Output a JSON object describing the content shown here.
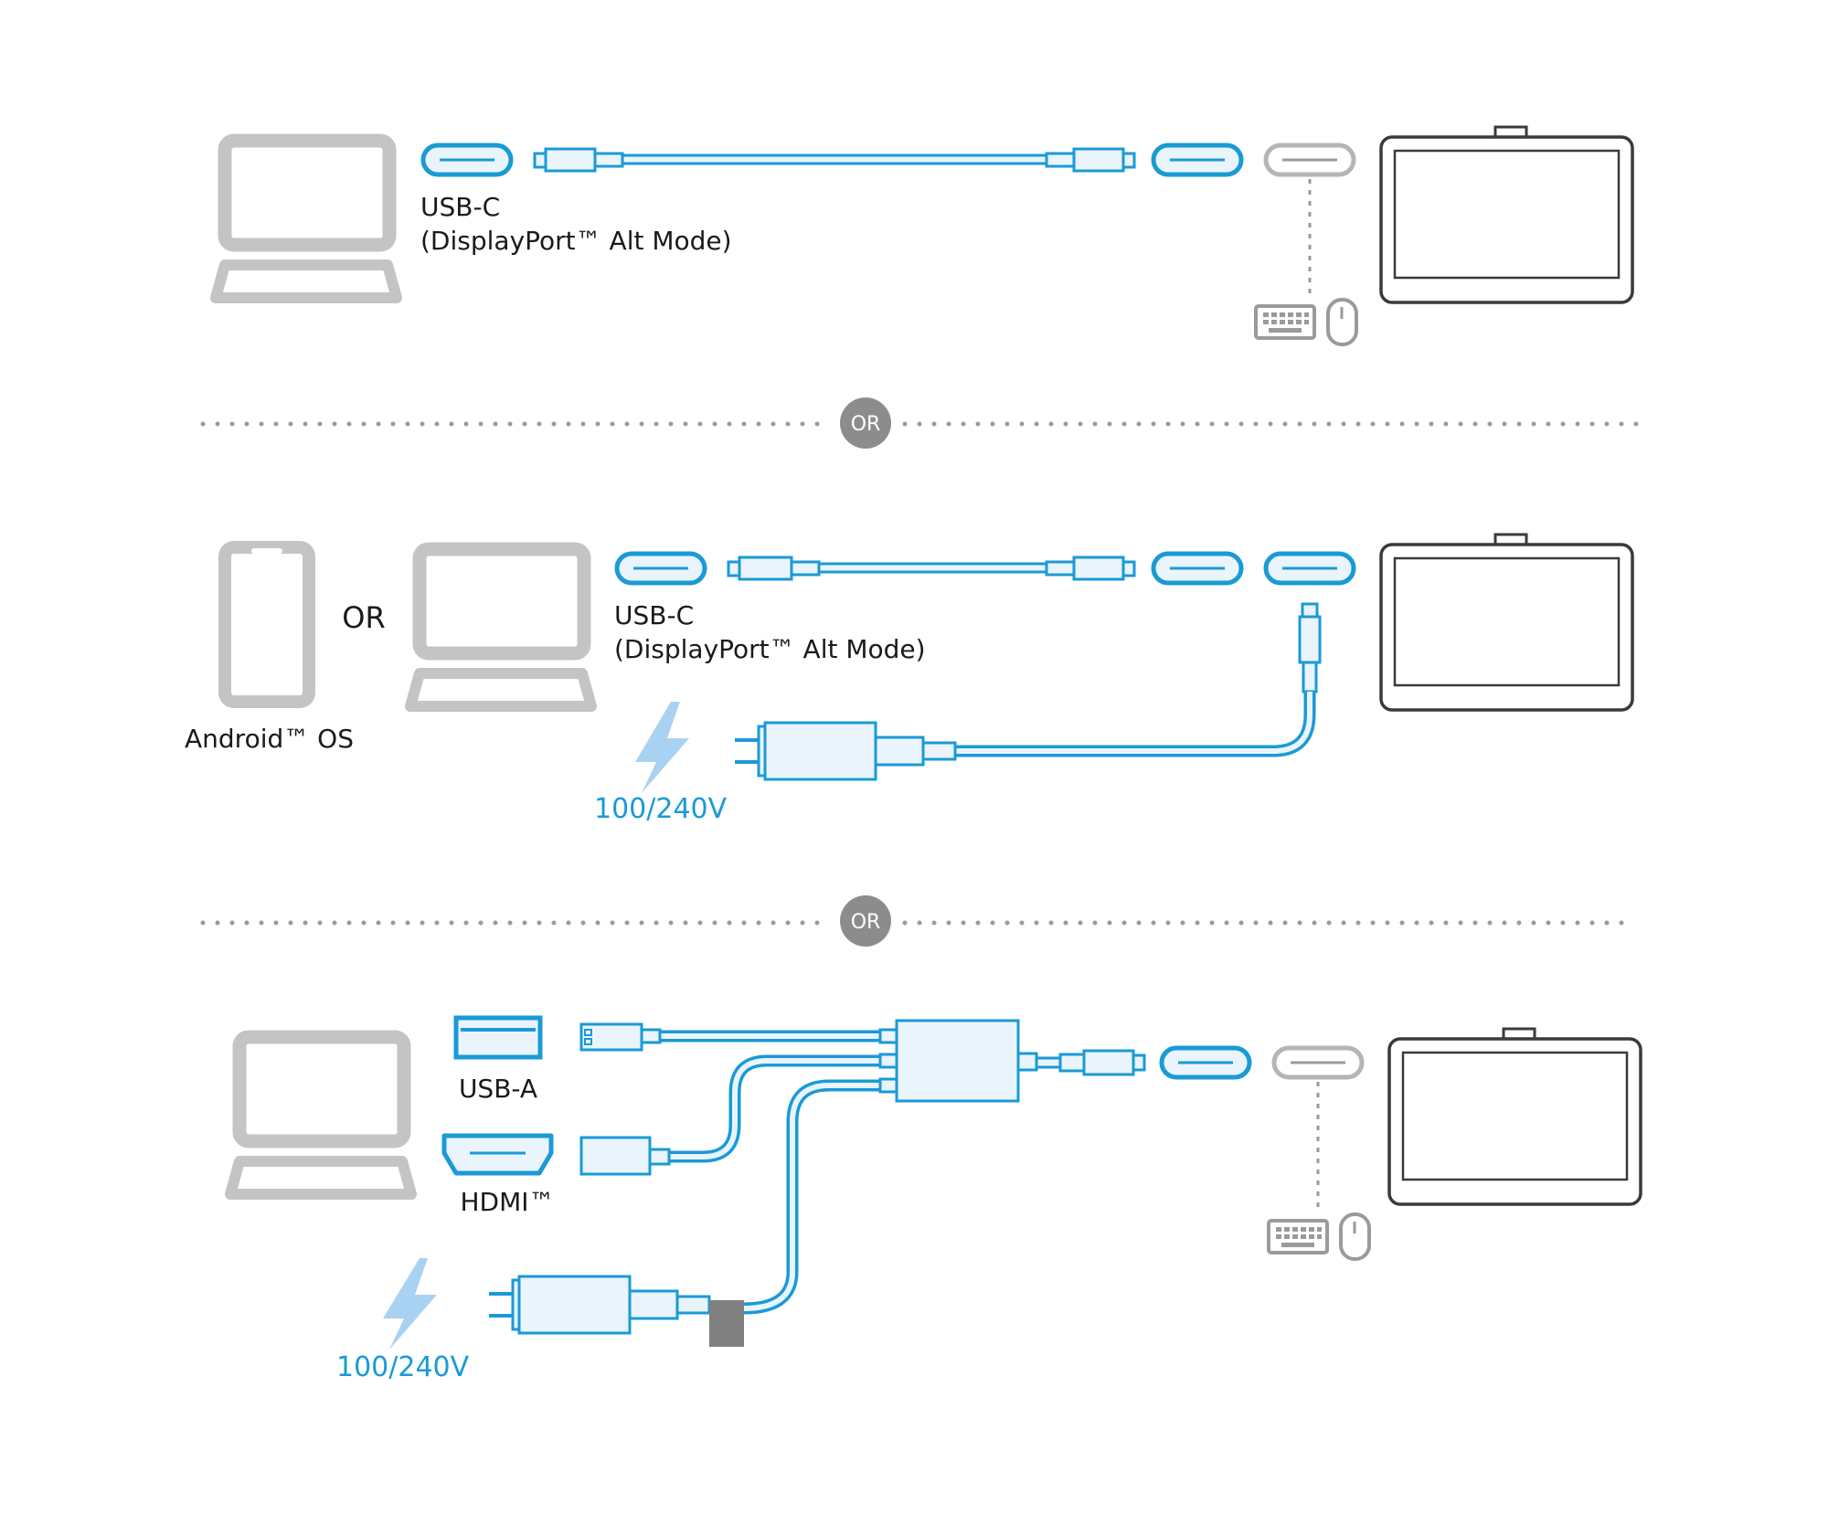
{
  "colors": {
    "accent": "#1a9ad6",
    "accent_fill": "#eaf4fc",
    "device_gray": "#c4c4c4",
    "outline_dark": "#3a3a3a",
    "badge_gray": "#8c8c8c",
    "bolt": "#a9d2f2",
    "plug_gray": "#808080"
  },
  "icons": {
    "laptop": "laptop-icon",
    "phone": "phone-icon",
    "monitor": "pen-display-icon",
    "keyboard": "keyboard-icon",
    "mouse": "mouse-icon",
    "power": "lightning-bolt-icon",
    "adapter": "power-adapter-icon",
    "hub": "converter-box-icon"
  },
  "section1": {
    "port_label": "USB-C",
    "port_sublabel": "(DisplayPort™ Alt Mode)"
  },
  "divider1": {
    "text": "OR"
  },
  "section2": {
    "device_or": "OR",
    "phone_label": "Android™ OS",
    "port_label": "USB-C",
    "port_sublabel": "(DisplayPort™ Alt Mode)",
    "power_label": "100/240V"
  },
  "divider2": {
    "text": "OR"
  },
  "section3": {
    "usba_label": "USB-A",
    "hdmi_label": "HDMI™",
    "power_label": "100/240V"
  }
}
